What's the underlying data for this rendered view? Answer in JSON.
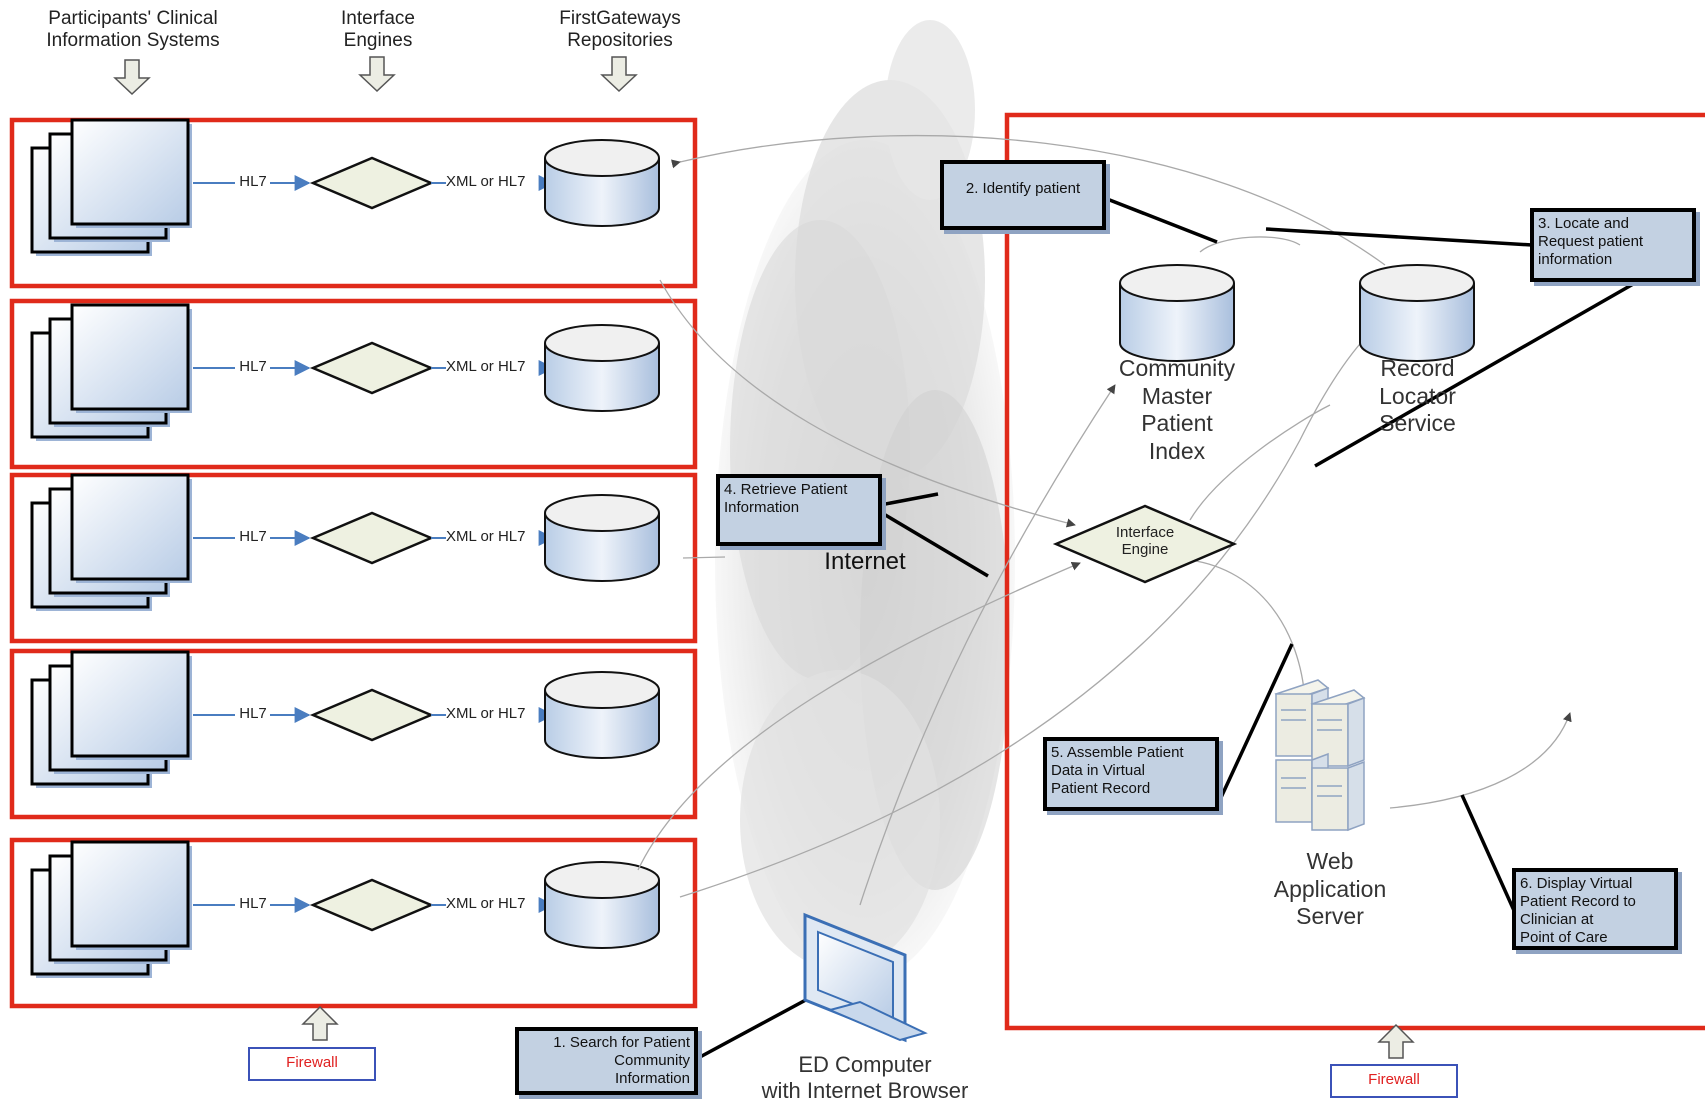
{
  "headers": {
    "clinical_systems": "Participants' Clinical\nInformation Systems",
    "interface_engines": "Interface\nEngines",
    "repositories": "FirstGateways\nRepositories"
  },
  "row_labels": {
    "hl7": "HL7",
    "xml_or_hl7": "XML or HL7"
  },
  "internet_label": "Internet",
  "community_index": "Community\nMaster\nPatient\nIndex",
  "record_locator": "Record\nLocator\nService",
  "interface_engine_center": "Interface\nEngine",
  "web_server": "Web\nApplication\nServer",
  "ed_computer": "ED Computer\nwith Internet Browser",
  "firewall_label": "Firewall",
  "steps": {
    "s1": "1. Search for Patient\nCommunity\nInformation",
    "s2": "2. Identify patient",
    "s3": "3. Locate and\nRequest patient\ninformation",
    "s4": "4. Retrieve Patient\nInformation",
    "s5": "5. Assemble Patient\nData in Virtual\nPatient Record",
    "s6": "6. Display Virtual\nPatient Record to\nClinician at\nPoint of Care"
  },
  "colors": {
    "firewall_border": "#e02a1a",
    "node_fill": "#c8d8ec",
    "diamond_fill": "#eef1e1",
    "connector_blue": "#4a7dc0"
  }
}
